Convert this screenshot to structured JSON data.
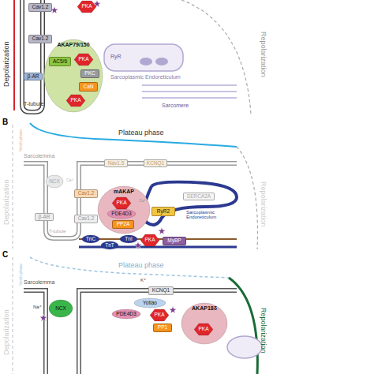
{
  "diagram": {
    "nodes": [
      {
        "text": [
          "Cav1.2"
        ]
      },
      {
        "text": [
          "PKA"
        ]
      },
      {
        "text": [
          "Cav1.2"
        ]
      },
      {
        "text": [
          "AKAP79/150"
        ]
      },
      {
        "text": [
          "AC5/6"
        ],
        "in": 3
      },
      {
        "text": [
          "PKA"
        ],
        "in": 3
      },
      {
        "text": [
          "PKC"
        ],
        "in": 3
      },
      {
        "text": [
          "CaN"
        ],
        "in": 3
      },
      {
        "text": [
          "PKA"
        ],
        "in": 3
      },
      {
        "text": [
          "β-AR"
        ]
      },
      {
        "text": [
          "NCX"
        ]
      },
      {
        "text": [
          "Nav1.5"
        ]
      },
      {
        "text": [
          "KCNQ1"
        ]
      },
      {
        "text": [
          "Cav1.2"
        ]
      },
      {
        "text": [
          "Cav1.2"
        ]
      },
      {
        "text": [
          "β-AR"
        ]
      },
      {
        "text": [
          "mAKAP"
        ]
      },
      {
        "text": [
          "PKA"
        ],
        "in": 16
      },
      {
        "text": [
          "PDE4D3"
        ],
        "in": 16
      },
      {
        "text": [
          "PP2A"
        ],
        "in": 16
      },
      {
        "text": [
          "RyR2"
        ]
      },
      {
        "text": [
          "SERCA2A"
        ]
      },
      {
        "text": [
          "TnC"
        ]
      },
      {
        "text": [
          "TnI"
        ]
      },
      {
        "text": [
          "TnT"
        ]
      },
      {
        "text": [
          "PKA"
        ]
      },
      {
        "text": [
          "MyBP"
        ]
      },
      {
        "text": [
          "NCX"
        ]
      },
      {
        "text": [
          "KCNQ1"
        ]
      },
      {
        "text": [
          "Yotiao"
        ]
      },
      {
        "text": [
          "PDE4D3"
        ]
      },
      {
        "text": [
          "PKA"
        ]
      },
      {
        "text": [
          "PP1"
        ]
      },
      {
        "text": [
          "AKAP18δ"
        ]
      },
      {
        "text": [
          "PKA"
        ],
        "in": 33
      }
    ],
    "labels": [
      "Depolarization",
      "Repolarization",
      "T-tubule",
      "RyR",
      "Sarcoplasmic Endoreticulum",
      "Sarcomere",
      "B",
      "Notch phase",
      "Plateau phase",
      "Sarcolemma",
      "Depolarization",
      "Repolarization",
      "Ca²⁺",
      "Ca²⁺",
      "T-tubule",
      "Sarcoplasmic Endoreticulum",
      "C",
      "Notch phase",
      "Plateau phase",
      "Sarcolemma",
      "Na⁺",
      "K⁺",
      "Depolarization",
      "Repolarization"
    ]
  }
}
